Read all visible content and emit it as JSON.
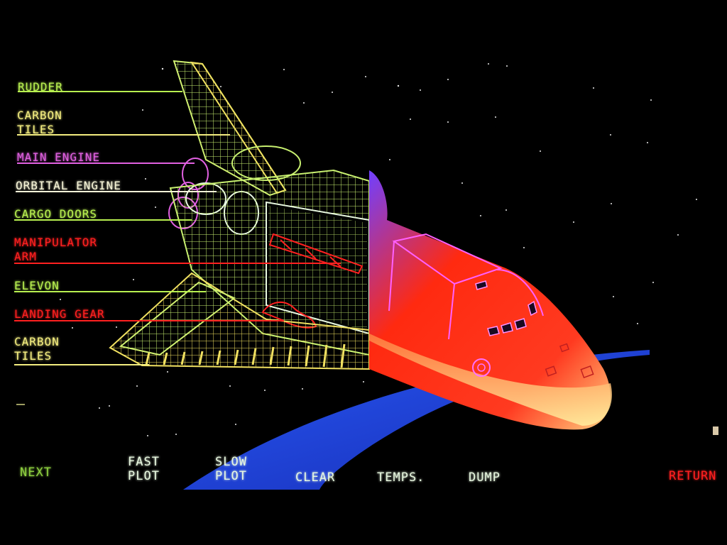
{
  "colors": {
    "background": "#000000",
    "green": "#b8f050",
    "yellow": "#f4ee80",
    "magenta": "#e060e0",
    "red": "#ff2020",
    "cyan_white": "#e8f8e0",
    "earth_blue": "#2a5cff",
    "nose_red": "#ff2a10"
  },
  "labels": {
    "rudder": "RUDDER",
    "carbon_tiles_top": "CARBON\nTILES",
    "main_engine": "MAIN ENGINE",
    "orbital_engine": "ORBITAL ENGINE",
    "cargo_doors": "CARGO DOORS",
    "manipulator_arm": "MANIPULATOR\nARM",
    "elevon": "ELEVON",
    "landing_gear": "LANDING GEAR",
    "carbon_tiles_bottom": "CARBON\nTILES"
  },
  "menu": {
    "next": "NEXT",
    "fast_plot": "FAST\nPLOT",
    "slow_plot": "SLOW\nPLOT",
    "clear": "CLEAR",
    "temps": "TEMPS.",
    "dump": "DUMP",
    "return": "RETURN"
  },
  "icons": {
    "shuttle": "space-shuttle-wireframe",
    "earth": "earth-horizon",
    "stars": "starfield"
  }
}
